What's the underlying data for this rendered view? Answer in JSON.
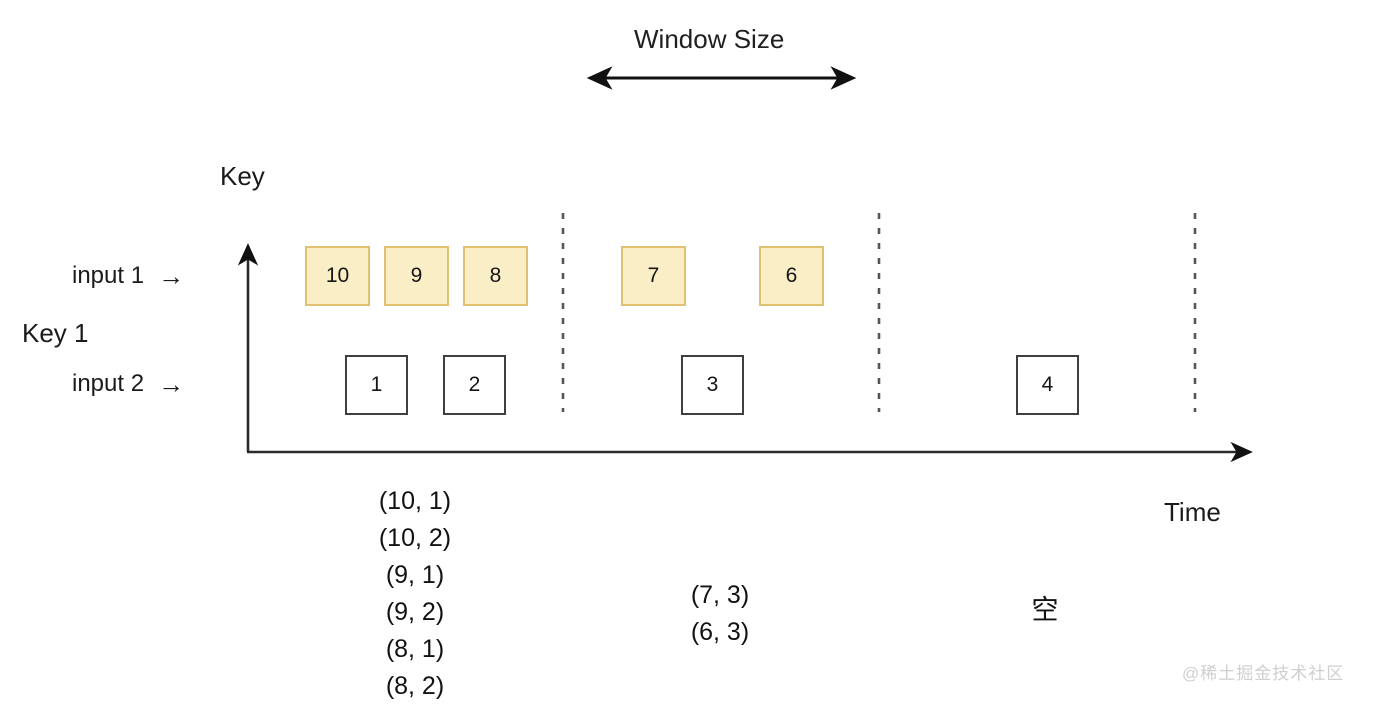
{
  "diagram": {
    "title_label": "Window Size",
    "axes": {
      "y_label": "Key",
      "x_label": "Time"
    },
    "group_label": "Key 1",
    "rows": [
      {
        "name": "input-1",
        "label": "input 1",
        "arrow": "→"
      },
      {
        "name": "input-2",
        "label": "input 2",
        "arrow": "→"
      }
    ],
    "events_input1": [
      {
        "value": "10"
      },
      {
        "value": "9"
      },
      {
        "value": "8"
      },
      {
        "value": "7"
      },
      {
        "value": "6"
      }
    ],
    "events_input2": [
      {
        "value": "1"
      },
      {
        "value": "2"
      },
      {
        "value": "3"
      },
      {
        "value": "4"
      }
    ],
    "results": {
      "window_1": [
        "(10, 1)",
        "(10, 2)",
        "(9, 1)",
        "(9, 2)",
        "(8, 1)",
        "(8, 2)"
      ],
      "window_2": [
        "(7, 3)",
        "(6, 3)"
      ],
      "window_3": [
        "空"
      ]
    },
    "colors": {
      "box_fill": "#faeec6",
      "box_border": "#dfc170",
      "white_box_border": "#3f3f3f",
      "axis": "#2b2b2b",
      "dashed": "#555555",
      "text": "#1b1b1b",
      "watermark": "#cfcfcf"
    }
  },
  "watermark": {
    "text": "@稀土掘金技术社区"
  }
}
